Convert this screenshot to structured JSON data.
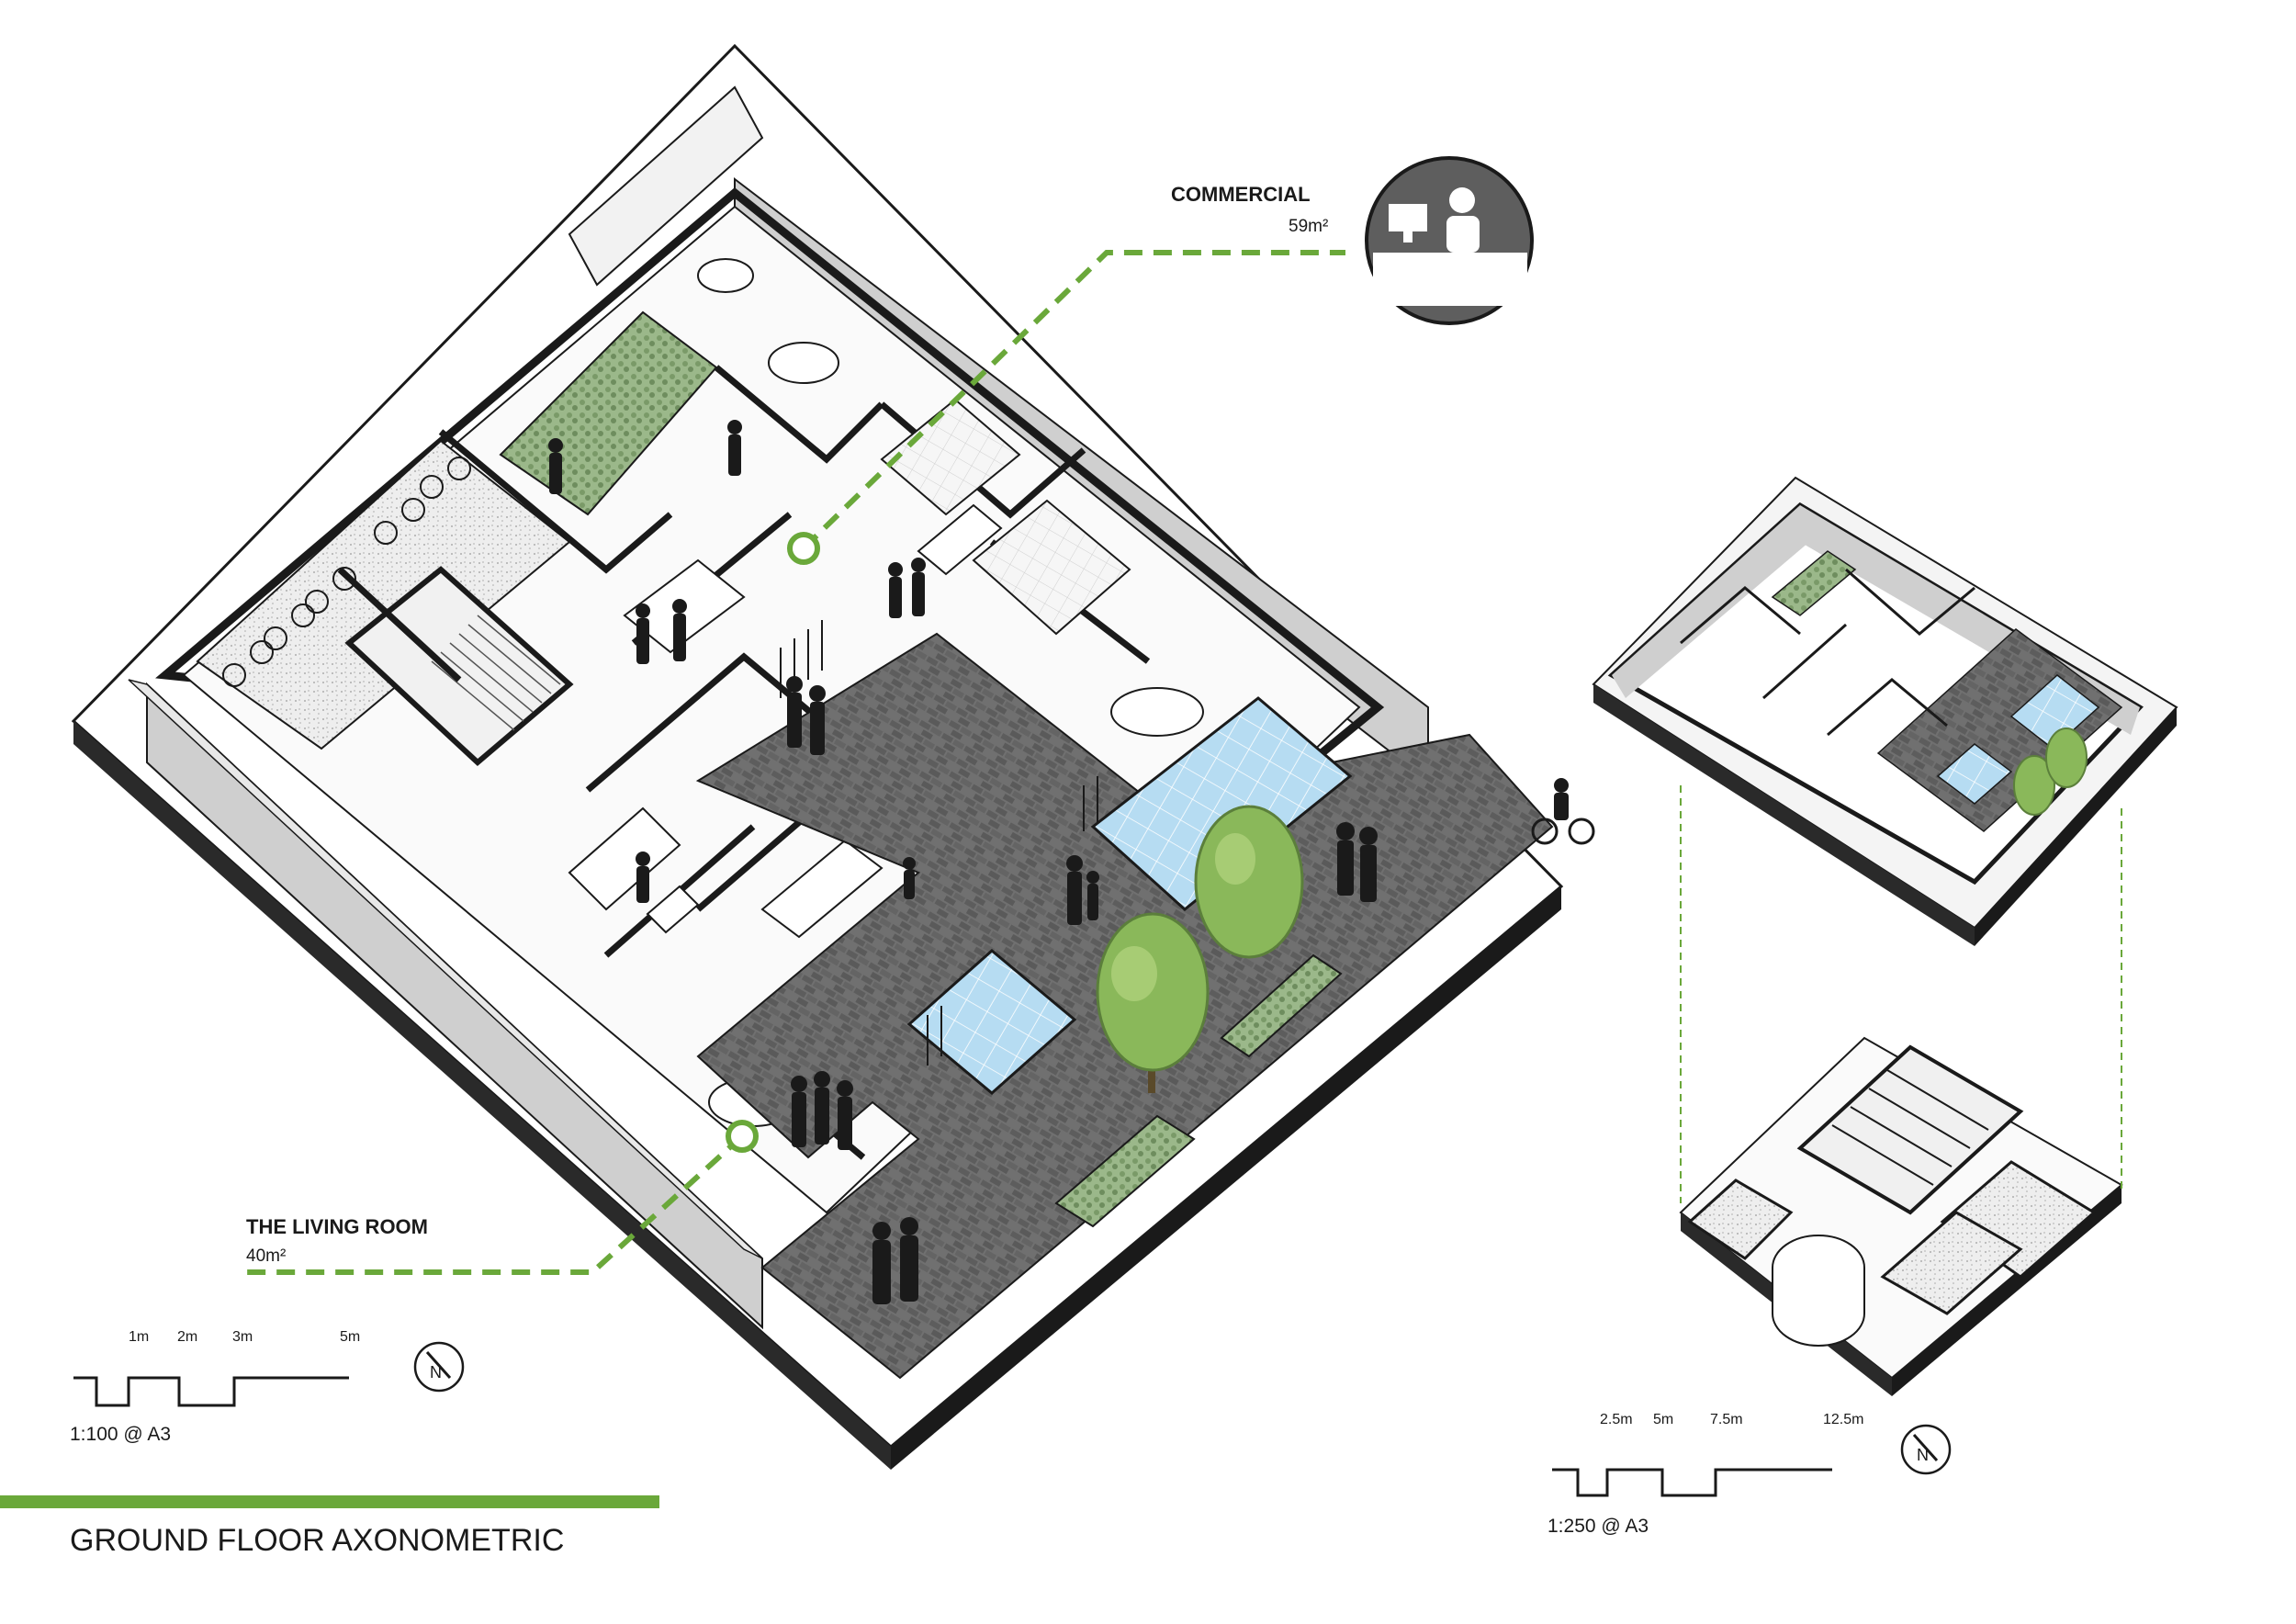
{
  "title": "GROUND FLOOR AXONOMETRIC",
  "colors": {
    "accent": "#6aa83a",
    "wall": "#1a1a1a",
    "glass": "#a9d3ec",
    "paving": "#6d6d6d",
    "tree": "#8ab85a",
    "grey_roof": "#d0d0d0"
  },
  "callouts": {
    "commercial": {
      "label": "COMMERCIAL",
      "area": "59m²",
      "icon": "reception-desk-icon"
    },
    "living_room": {
      "label": "THE LIVING ROOM",
      "area": "40m²"
    }
  },
  "main_scale": {
    "ticks": [
      "1m",
      "2m",
      "3m",
      "5m"
    ],
    "ratio": "1:100 @ A3",
    "north": "N"
  },
  "small_scale": {
    "ticks": [
      "2.5m",
      "5m",
      "7.5m",
      "12.5m"
    ],
    "ratio": "1:250 @ A3",
    "north": "N"
  }
}
